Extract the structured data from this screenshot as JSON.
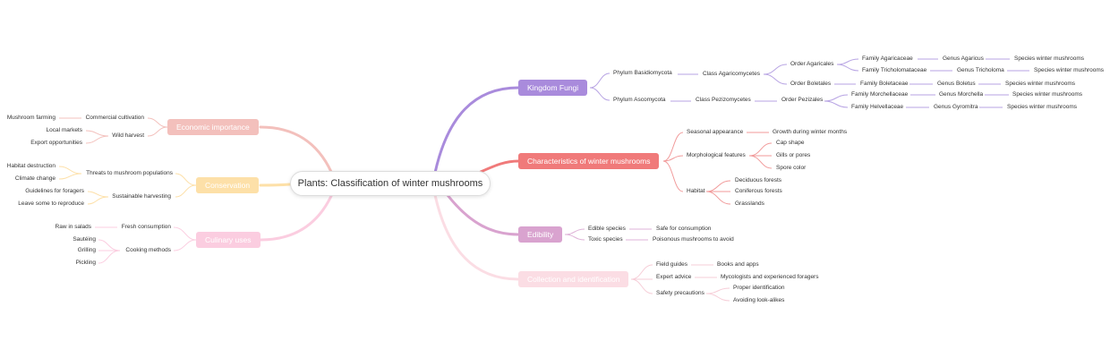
{
  "root": {
    "label": "Plants: Classification of winter mushrooms"
  },
  "colors": {
    "fungi": "#a98bdc",
    "characteristics": "#f07a7a",
    "edibility": "#d9a3cf",
    "collection": "#fbdde4",
    "economic": "#f3c0bc",
    "conservation": "#fde0a8",
    "culinary": "#fbcde0"
  },
  "branches": {
    "fungi": {
      "label": "Kingdom Fungi"
    },
    "characteristics": {
      "label": "Characteristics of winter mushrooms"
    },
    "edibility": {
      "label": "Edibility"
    },
    "collection": {
      "label": "Collection and identification"
    },
    "economic": {
      "label": "Economic importance"
    },
    "conservation": {
      "label": "Conservation"
    },
    "culinary": {
      "label": "Culinary uses"
    }
  },
  "nodes": {
    "phylum_basidio": "Phylum Basidiomycota",
    "class_agarico": "Class Agaricomycetes",
    "order_agaricales": "Order Agaricales",
    "order_boletales": "Order Boletales",
    "family_agaricaceae": "Family Agaricaceae",
    "genus_agaricus": "Genus Agaricus",
    "species_1": "Species winter mushrooms",
    "family_tricholomataceae": "Family Tricholomataceae",
    "genus_tricholoma": "Genus Tricholoma",
    "species_2": "Species winter mushrooms",
    "family_boletaceae": "Family Boletaceae",
    "genus_boletus": "Genus Boletus",
    "species_3": "Species winter mushrooms",
    "phylum_asco": "Phylum Ascomycota",
    "class_pezizo": "Class Pezizomycetes",
    "order_pezizales": "Order Pezizales",
    "family_morchellaceae": "Family Morchellaceae",
    "genus_morchella": "Genus Morchella",
    "species_4": "Species winter mushrooms",
    "family_helvellaceae": "Family Helvellaceae",
    "genus_gyromitra": "Genus Gyromitra",
    "species_5": "Species winter mushrooms",
    "seasonal": "Seasonal appearance",
    "growth_winter": "Growth during winter months",
    "morphological": "Morphological features",
    "cap_shape": "Cap shape",
    "gills_pores": "Gills or pores",
    "spore_color": "Spore color",
    "habitat": "Habitat",
    "deciduous": "Deciduous forests",
    "coniferous": "Coniferous forests",
    "grasslands": "Grasslands",
    "edible_species": "Edible species",
    "safe_consumption": "Safe for consumption",
    "toxic_species": "Toxic species",
    "poisonous": "Poisonous mushrooms to avoid",
    "field_guides": "Field guides",
    "books_apps": "Books and apps",
    "expert_advice": "Expert advice",
    "mycologists": "Mycologists and experienced foragers",
    "safety": "Safety precautions",
    "proper_id": "Proper identification",
    "lookalikes": "Avoiding look-alikes",
    "commercial": "Commercial cultivation",
    "farming": "Mushroom farming",
    "wild_harvest": "Wild harvest",
    "local_markets": "Local markets",
    "export": "Export opportunities",
    "threats": "Threats to mushroom populations",
    "habitat_destruction": "Habitat destruction",
    "climate_change": "Climate change",
    "sustainable": "Sustainable harvesting",
    "guidelines": "Guidelines for foragers",
    "leave_some": "Leave some to reproduce",
    "fresh": "Fresh consumption",
    "raw_salads": "Raw in salads",
    "cooking": "Cooking methods",
    "sauteing": "Sautéing",
    "grilling": "Grilling",
    "pickling": "Pickling"
  }
}
